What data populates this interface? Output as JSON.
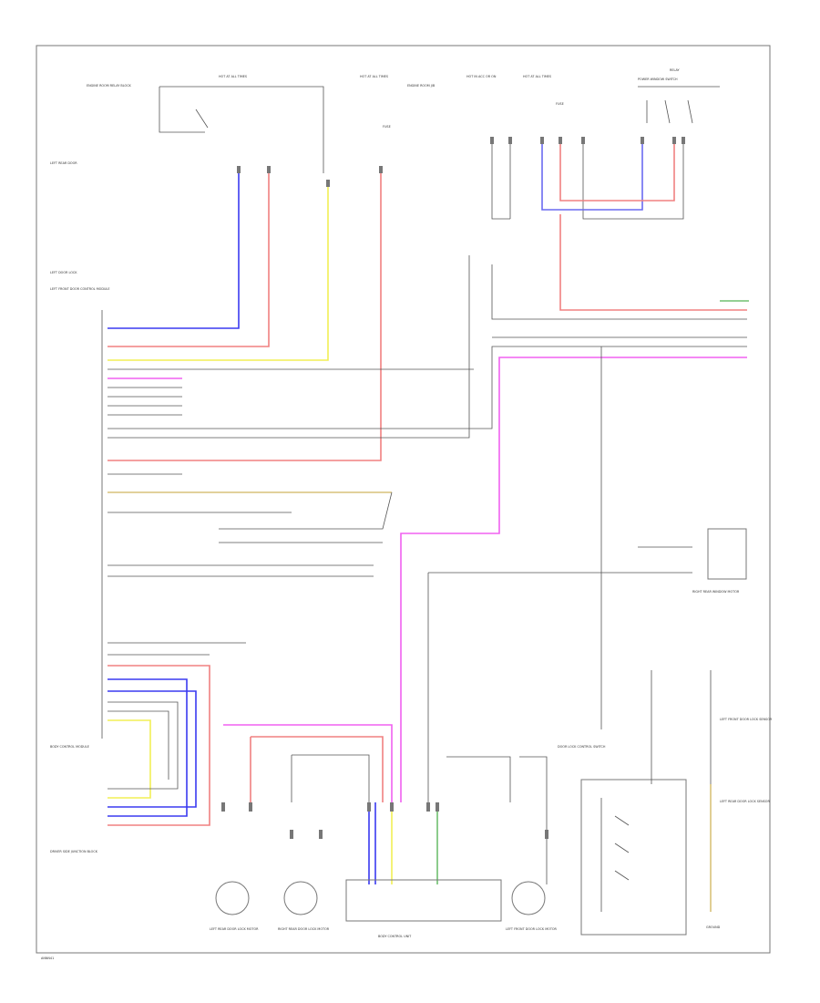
{
  "diagram": {
    "footer_code": "ANNN41",
    "colors": {
      "wire_blue": "#3a3af0",
      "wire_red": "#f08080",
      "wire_yellow": "#f2ef55",
      "wire_pink": "#f060f0",
      "wire_green": "#70c070",
      "wire_gray": "#555555",
      "wire_tan": "#d8c27a"
    },
    "top_labels": {
      "hot_at_all_times_1": "HOT AT ALL TIMES",
      "hot_at_all_times_2": "HOT AT ALL TIMES",
      "hot_in_acc": "HOT IN ACC OR ON",
      "hot_at_all_times_3": "HOT AT ALL TIMES",
      "fuse_1": "FUSE",
      "fuse_2": "FUSE",
      "junction_left": "ENGINE ROOM RELAY BLOCK",
      "junction_mid": "ENGINE ROOM J/B",
      "junction_right": "POWER WINDOW SWITCH",
      "relay_label": "RELAY"
    },
    "left_labels": {
      "left_rear_door": "LEFT REAR DOOR",
      "left_door_lock": "LEFT DOOR LOCK",
      "unit_top": "LEFT FRONT DOOR CONTROL MODULE",
      "unit_mid": "BODY CONTROL MODULE",
      "unit_bottom": "DRIVER SIDE JUNCTION BLOCK"
    },
    "right_labels": {
      "right_rear_motor": "RIGHT REAR WINDOW MOTOR",
      "switch_unit": "DOOR LOCK CONTROL SWITCH",
      "lock_sensor": "LEFT FRONT DOOR LOCK SENSOR",
      "left_rear_sensor": "LEFT REAR DOOR LOCK SENSOR"
    },
    "bottom_labels": {
      "motor_1": "LEFT REAR DOOR LOCK MOTOR",
      "motor_2": "RIGHT REAR DOOR LOCK MOTOR",
      "control_unit": "BODY CONTROL UNIT",
      "motor_3": "LEFT FRONT DOOR LOCK MOTOR",
      "ground": "GROUND"
    }
  }
}
